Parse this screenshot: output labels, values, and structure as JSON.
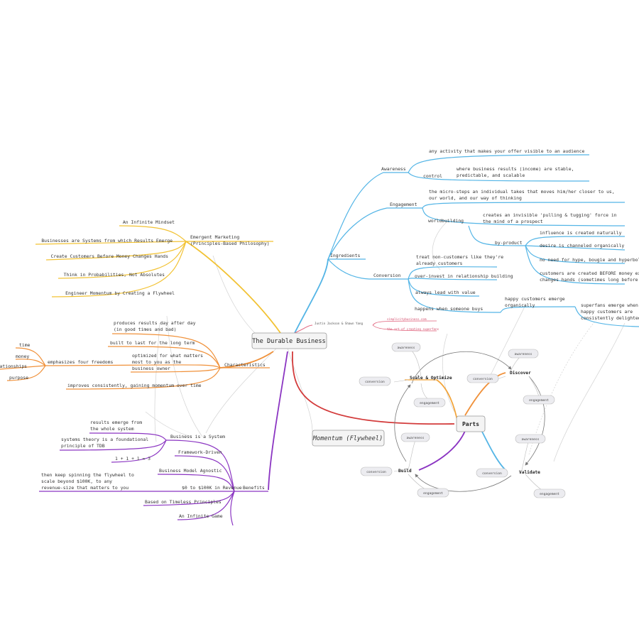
{
  "root": {
    "label": "The Durable Business"
  },
  "colors": {
    "orange": "#f0913a",
    "yellow": "#f2c233",
    "blue": "#54b5e6",
    "purple": "#8b35c2",
    "red": "#d33b3b",
    "grey": "#c6c6c6"
  },
  "emergent": {
    "label": "Emergent Marketing",
    "label2": "(Principles-Based Philosophy)",
    "items": [
      "An Infinite Mindset",
      "Businesses are Systems from which Results Emerge",
      "Create Customers Before Money Changes Hands",
      "Think in Probabilities, Not Absolutes",
      "Engineer Momentum by Creating a Flywheel"
    ]
  },
  "characteristics": {
    "label": "Characteristics",
    "c1a": "produces results day after day",
    "c1b": "(in good times and bad)",
    "c2": "built to last for the long term",
    "c3a": "optimized for what matters",
    "c3b": "most to you as the",
    "c3c": "business owner",
    "c4": "emphasizes four freedoms",
    "freedoms": [
      "time",
      "money",
      "relationships",
      "purpose"
    ],
    "c5": "improves consistently, gaining momentum over time"
  },
  "benefits": {
    "label": "Benefits",
    "system": "Business is a System",
    "s1a": "results emerge from",
    "s1b": "the whole system",
    "s2a": "systems theory is a foundational",
    "s2b": "principle of TDB",
    "s3": "1 + 1 + 1 = 3",
    "framework": "Framework-Driven",
    "agnostic": "Business Model Agnostic",
    "revenue": "$0 to $100K in Revenue",
    "r1a": "then keep spinning the flywheel to",
    "r1b": "scale beyond $100K, to any",
    "r1c": "revenue-size that matters to you",
    "timeless": "Based on Timeless Principles",
    "infinite": "An Infinite Game"
  },
  "ingredients": {
    "label": "Ingredients",
    "awareness": "Awareness",
    "aw1": "any activity that makes your offer visible to an audience",
    "control": "control",
    "ct1a": "where business results (income) are stable,",
    "ct1b": "predictable, and scalable",
    "engagement": "Engagement",
    "en1a": "the micro-steps an individual takes that moves him/her closer to us,",
    "en1b": "our world, and our way of thinking",
    "worldbuilding": "worldbuilding",
    "wb1a": "creates an invisible 'pulling & tugging' force in",
    "wb1b": "the mind of a prospect",
    "byproduct": "by-product",
    "bp1": "influence is created naturally",
    "bp2": "desire is channeled organically",
    "bp3": "no need for hype, bougie and hyperbole",
    "bp4a": "customers are created BEFORE money ex",
    "bp4b": "changes hands (sometimes long before",
    "conversion": "Conversion",
    "cv1a": "treat non-customers like they're",
    "cv1b": "already customers",
    "cv2": "over-invest in relationship building",
    "cv3": "always lead with value",
    "cv4": "happens when someone buys",
    "hb1a": "happy customers emerge",
    "hb1b": "organically",
    "sf1a": "superfans emerge when",
    "sf1b": "happy customers are",
    "sf1c": "consistently delighted"
  },
  "credit": {
    "label": "Justin Jackson & Shawn Yang",
    "link1": "simplicitybusiness.com",
    "link2": "the art of creating superfans"
  },
  "momentum": {
    "label": "Momentum (Flywheel)"
  },
  "parts": {
    "label": "Parts",
    "scale": "Scale & Optimize",
    "discover": "Discover",
    "build": "Build",
    "validate": "Validate",
    "pills": {
      "scale_top": "awareness",
      "scale_left": "conversion",
      "scale_bottom": "engagement",
      "disc_top": "awareness",
      "disc_left": "conversion",
      "disc_right": "engagement",
      "build_top": "awareness",
      "build_left": "conversion",
      "build_bottom": "engagement",
      "val_top": "awareness",
      "val_left": "conversion",
      "val_bottom": "engagement"
    }
  }
}
